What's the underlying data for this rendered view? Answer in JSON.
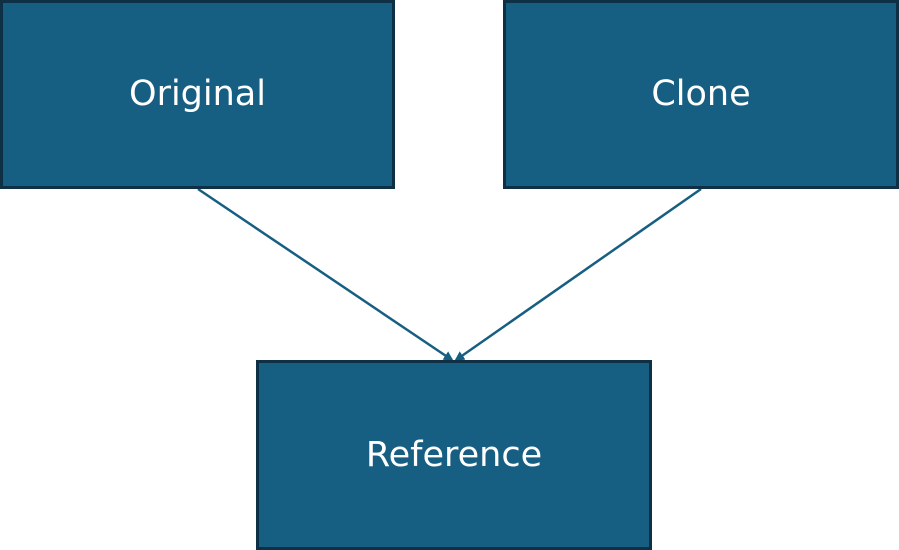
{
  "colors": {
    "node_fill": "#175f82",
    "node_border": "#0f2f45",
    "edge": "#175f82",
    "text": "#ffffff",
    "background": "#ffffff"
  },
  "nodes": {
    "original": {
      "label": "Original"
    },
    "clone": {
      "label": "Clone"
    },
    "reference": {
      "label": "Reference"
    }
  },
  "edges": [
    {
      "from": "original",
      "to": "reference"
    },
    {
      "from": "clone",
      "to": "reference"
    }
  ]
}
